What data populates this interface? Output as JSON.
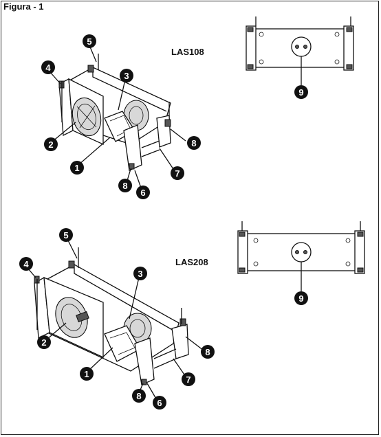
{
  "figure_title": "Figura - 1",
  "models": {
    "top": "LAS108",
    "bottom": "LAS208"
  },
  "callouts": {
    "c1": "1",
    "c2": "2",
    "c3": "3",
    "c4": "4",
    "c5": "5",
    "c6": "6",
    "c7": "7",
    "c8": "8",
    "c9": "9"
  }
}
